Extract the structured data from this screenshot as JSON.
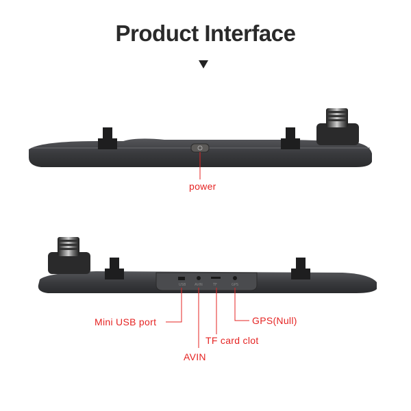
{
  "title": "Product Interface",
  "colors": {
    "accent": "#e52322",
    "device_body": "#3a3b3d",
    "title": "#2a2a2a"
  },
  "labels": {
    "power": "power",
    "mini_usb": "Mini USB port",
    "gps": "GPS(Null)",
    "tf_card": "TF card clot",
    "avin": "AVIN"
  },
  "port_markings": {
    "usb": "USB",
    "avin": "AVIN",
    "tf": "TF",
    "gps": "GPS"
  }
}
